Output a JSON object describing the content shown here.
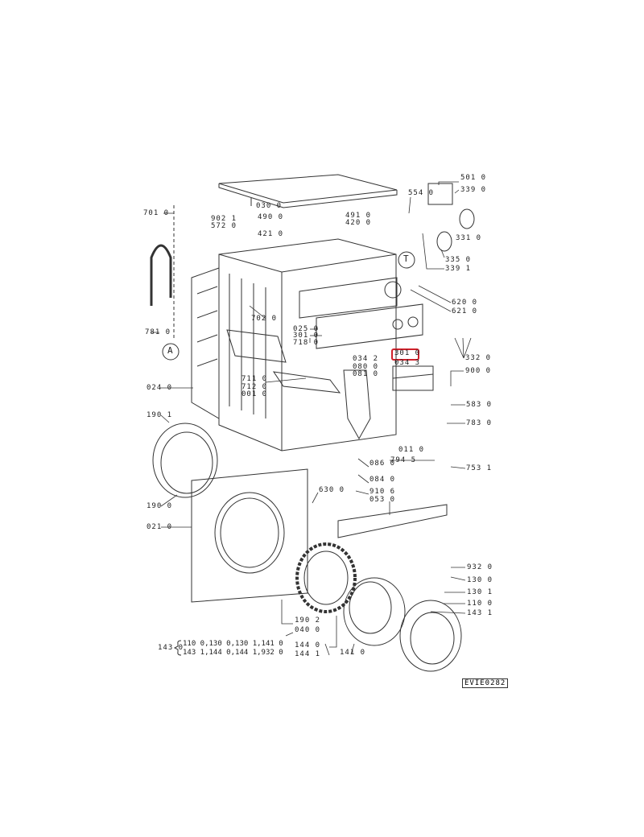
{
  "diagram": {
    "drawing_code": "EVIE0282",
    "highlight_color": "#d0202a",
    "highlighted_part": "301 0",
    "circle_markers": [
      "A",
      "T"
    ],
    "labels": [
      "030 0",
      "701 0",
      "902 1",
      "572 0",
      "490 0",
      "491 0",
      "420 0",
      "421 0",
      "554 0",
      "501 0",
      "339 0",
      "331 0",
      "335 0",
      "339 1",
      "620 0",
      "621 0",
      "702 0",
      "781 0",
      "025 0",
      "301 0",
      "718 0",
      "332 0",
      "034 2",
      "080 0",
      "081 0",
      "301 0",
      "034 3",
      "900 0",
      "024 0",
      "711 0",
      "712 0",
      "001 0",
      "583 0",
      "190 1",
      "783 0",
      "011 0",
      "794 5",
      "753 1",
      "086 0",
      "084 0",
      "630 0",
      "910 6",
      "053 0",
      "190 0",
      "021 0",
      "932 0",
      "130 0",
      "130 1",
      "110 0",
      "143 1",
      "190 2",
      "040 0",
      "144 0",
      "144 1",
      "141 0",
      "143 0"
    ],
    "kit_143_0": [
      "110 0,130 0,130 1,141 0",
      "143 1,144 0,144 1,932 0"
    ]
  }
}
